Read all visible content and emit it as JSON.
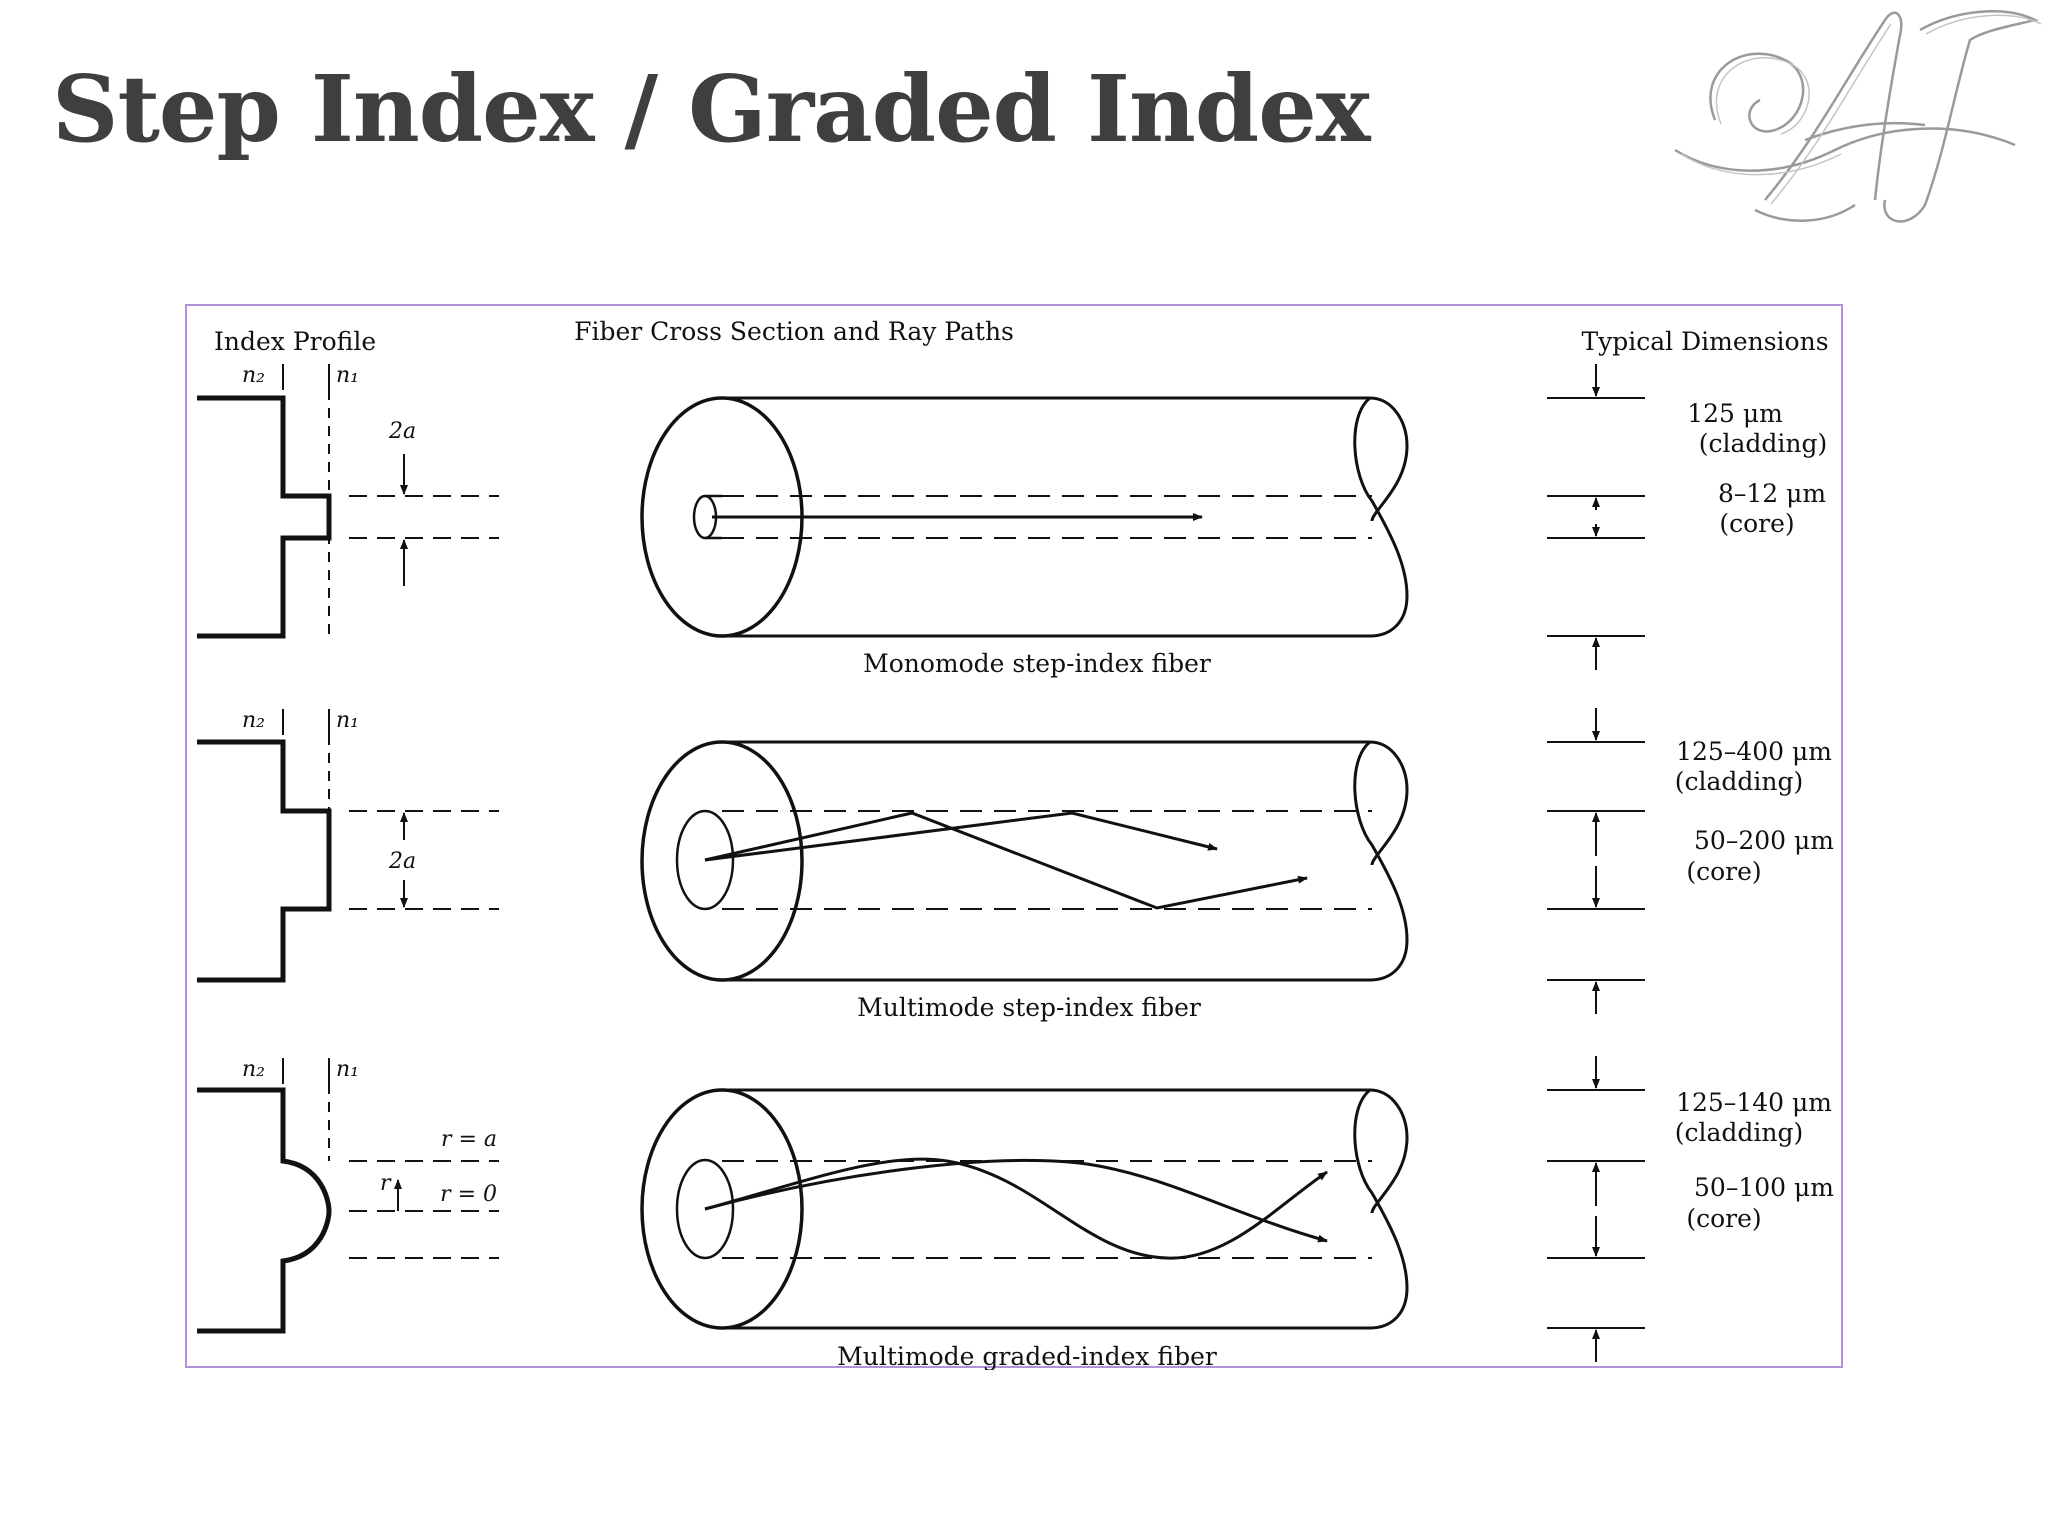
{
  "slide": {
    "title": "Step Index / Graded Index"
  },
  "logo": {
    "text": "AJ",
    "icon": "monogram-logo"
  },
  "figure": {
    "headers": {
      "index_profile": "Index Profile",
      "cross_section": "Fiber Cross Section and Ray Paths",
      "dimensions": "Typical Dimensions"
    },
    "symbols": {
      "n2": "n₂",
      "n1": "n₁",
      "two_a": "2a",
      "r_eq_a": "r = a",
      "r": "r",
      "r_eq_0": "r = 0"
    },
    "fibers": [
      {
        "caption": "Monomode step-index fiber",
        "cladding_dim": "125 μm",
        "cladding_label": "(cladding)",
        "core_dim": "8–12 μm",
        "core_label": "(core)"
      },
      {
        "caption": "Multimode step-index fiber",
        "cladding_dim": "125–400 μm",
        "cladding_label": "(cladding)",
        "core_dim": "50–200 μm",
        "core_label": "(core)"
      },
      {
        "caption": "Multimode graded-index fiber",
        "cladding_dim": "125–140 μm",
        "cladding_label": "(cladding)",
        "core_dim": "50–100 μm",
        "core_label": "(core)"
      }
    ]
  },
  "colors": {
    "title": "#3f3f3f",
    "frame": "#b391d8",
    "ink": "#111111",
    "logo": "#9a9a9a"
  }
}
